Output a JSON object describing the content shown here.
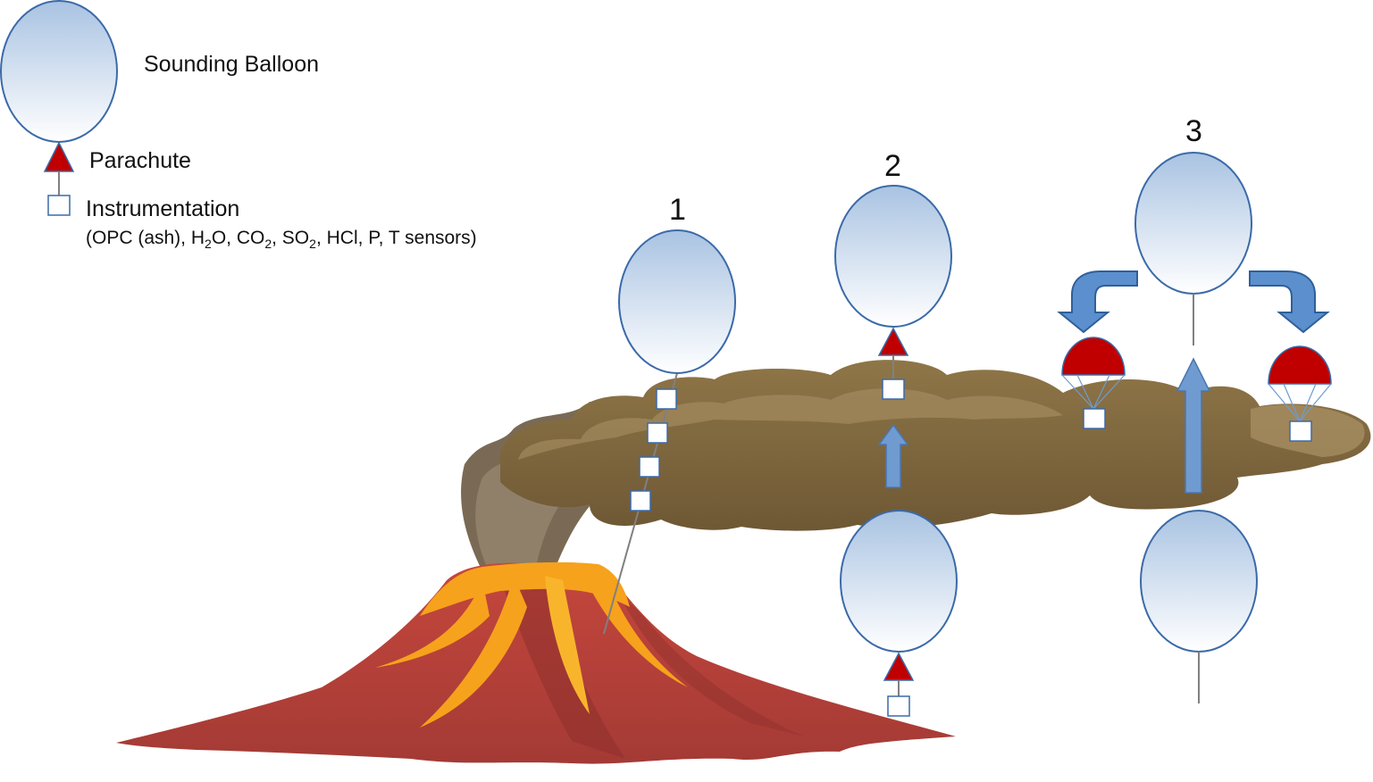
{
  "legend": {
    "balloon_label": "Sounding Balloon",
    "parachute_label": "Parachute",
    "instrumentation_label": "Instrumentation",
    "sensors": {
      "open": "(OPC (ash), H",
      "h2o_sub": "2",
      "h2o_rest": "O, CO",
      "co2_sub": "2",
      "co2_rest": ", SO",
      "so2_sub": "2",
      "tail": ", HCl, P, T sensors)"
    }
  },
  "scenarios": [
    {
      "number": "1"
    },
    {
      "number": "2"
    },
    {
      "number": "3"
    }
  ],
  "colors": {
    "balloon_top": "#a9c3e2",
    "balloon_bottom": "#ffffff",
    "balloon_stroke": "#3b6aa8",
    "parachute": "#c00000",
    "cloud_dark": "#6b5530",
    "cloud_mid": "#8a7040",
    "cloud_light": "#a89064",
    "smoke": "#7a6a55",
    "lava": "#f6a21c",
    "volcano": "#b5403a",
    "arrow": "#6f9bd1"
  }
}
